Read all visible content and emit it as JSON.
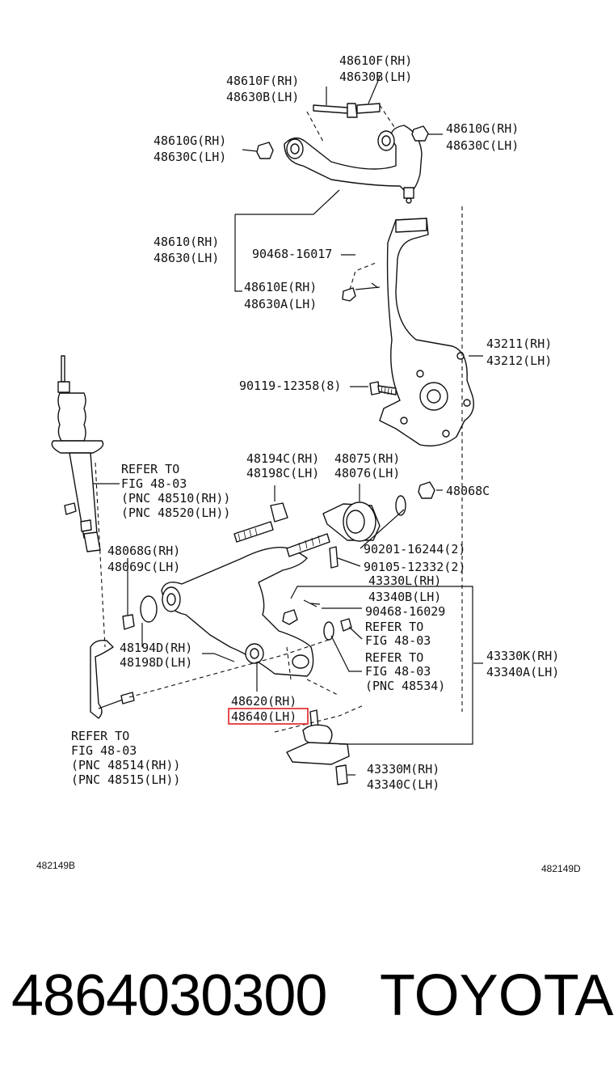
{
  "diagram": {
    "labels": [
      {
        "text": "48610F(RH)"
      },
      {
        "text": "48630B(LH)"
      },
      {
        "text": "48610F(RH)"
      },
      {
        "text": "48630B(LH)"
      },
      {
        "text": "48610G(RH)"
      },
      {
        "text": "48630C(LH)"
      },
      {
        "text": "48610G(RH)"
      },
      {
        "text": "48630C(LH)"
      },
      {
        "text": "48610(RH)"
      },
      {
        "text": "48630(LH)"
      },
      {
        "text": "90468-16017"
      },
      {
        "text": "48610E(RH)"
      },
      {
        "text": "48630A(LH)"
      },
      {
        "text": "43211(RH)"
      },
      {
        "text": "43212(LH)"
      },
      {
        "text": "90119-12358(8)"
      },
      {
        "text": "REFER TO"
      },
      {
        "text": "FIG 48-03"
      },
      {
        "text": "(PNC 48510(RH))"
      },
      {
        "text": "(PNC 48520(LH))"
      },
      {
        "text": "48194C(RH)"
      },
      {
        "text": "48198C(LH)"
      },
      {
        "text": "48075(RH)"
      },
      {
        "text": "48076(LH)"
      },
      {
        "text": "48068C"
      },
      {
        "text": "48068G(RH)"
      },
      {
        "text": "48069C(LH)"
      },
      {
        "text": "90201-16244(2)"
      },
      {
        "text": "90105-12332(2)"
      },
      {
        "text": "43330L(RH)"
      },
      {
        "text": "43340B(LH)"
      },
      {
        "text": "90468-16029"
      },
      {
        "text": "REFER TO"
      },
      {
        "text": "FIG 48-03"
      },
      {
        "text": "REFER TO"
      },
      {
        "text": "FIG 48-03"
      },
      {
        "text": "(PNC 48534)"
      },
      {
        "text": "43330K(RH)"
      },
      {
        "text": "43340A(LH)"
      },
      {
        "text": "48194D(RH)"
      },
      {
        "text": "48198D(LH)"
      },
      {
        "text": "48620(RH)"
      },
      {
        "text": "48640(LH)"
      },
      {
        "text": "REFER TO"
      },
      {
        "text": "FIG 48-03"
      },
      {
        "text": "(PNC 48514(RH))"
      },
      {
        "text": "(PNC 48515(LH))"
      },
      {
        "text": "43330M(RH)"
      },
      {
        "text": "43340C(LH)"
      },
      {
        "text": "482149B"
      },
      {
        "text": "482149D"
      }
    ],
    "highlight_color": "#e02020"
  },
  "footer": {
    "part_number": "4864030300",
    "brand": "TOYOTA"
  }
}
